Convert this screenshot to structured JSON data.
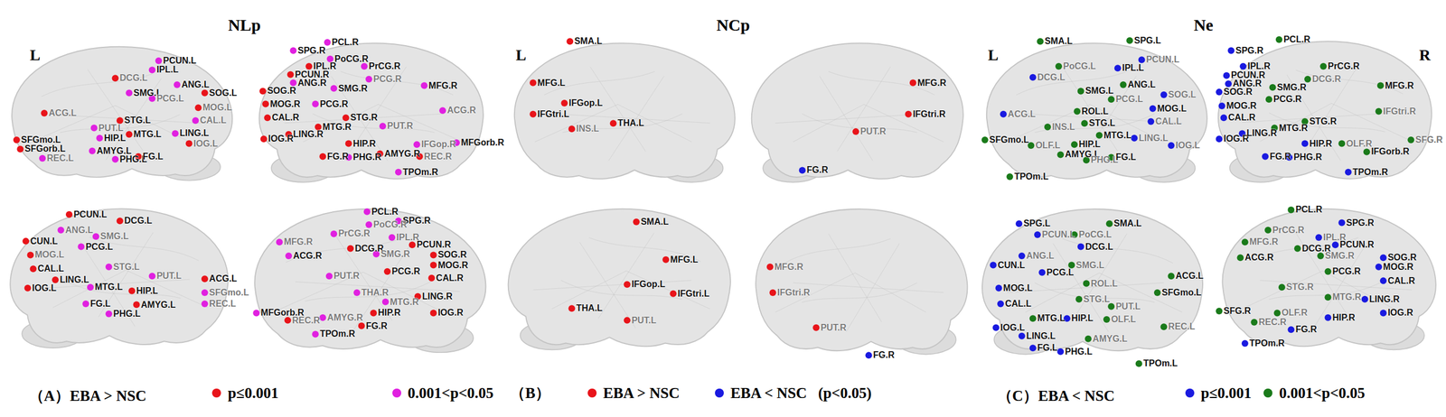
{
  "diagram": {
    "labels": [
      "NLp",
      "NCp",
      "Ne",
      "L",
      "L",
      "L",
      "R",
      "（A）EBA > NSC",
      "（B）",
      "（C）EBA < NSC",
      "DCG.L",
      "IPL.L",
      "PCUN.L",
      "ANG.L",
      "SMG.L",
      "PCG.L",
      "SOG.L",
      "MOG.L",
      "CAL.L",
      "ACG.L",
      "PUT.L",
      "STG.L",
      "HIP.L",
      "MTG.L",
      "LING.L",
      "IOG.L",
      "SFGmo.L",
      "SFGorb.L",
      "REC.L",
      "AMYG.L",
      "PHG.L",
      "FG.L",
      "SPG.R",
      "PCL.R",
      "IPL.R",
      "PoCG.R",
      "PrCG.R",
      "PCUN.R",
      "ANG.R",
      "SMG.R",
      "PCG.R",
      "MFG.R",
      "SOG.R",
      "MOG.R",
      "PCG.R",
      "ACG.R",
      "CAL.R",
      "STG.R",
      "PUT.R",
      "IOG.R",
      "LING.R",
      "MTG.R",
      "HIP.R",
      "IFGop.R",
      "MFGorb.R",
      "FG.R",
      "PHG.R",
      "AMYG.R",
      "REC.R",
      "TPOm.R",
      "PCUN.L",
      "CUN.L",
      "DCG.L",
      "ANG.L",
      "SMG.L",
      "PCG.L",
      "MOG.L",
      "CAL.L",
      "STG.L",
      "PUT.L",
      "ACG.L",
      "IOG.L",
      "LING.L",
      "MTG.L",
      "HIP.L",
      "SFGmo.L",
      "REC.L",
      "FG.L",
      "AMYG.L",
      "PHG.L",
      "PCL.R",
      "SPG.R",
      "PrCG.R",
      "PoCG.R",
      "IPL.R",
      "PCUN.R",
      "MFG.R",
      "DCG.R",
      "SMG.R",
      "SOG.R",
      "MOG.R",
      "CAL.R",
      "ACG.R",
      "PCG.R",
      "PUT.R",
      "THA.R",
      "MTG.R",
      "LING.R",
      "IOG.R",
      "MFGorb.R",
      "REC.R",
      "AMYG.R",
      "HIP.R",
      "FG.R",
      "TPOm.R",
      "SMA.L",
      "MFG.L",
      "IFGop.L",
      "IFGtri.L",
      "INS.L",
      "THA.L",
      "MFG.R",
      "IFGtri.R",
      "PUT.R",
      "FG.R",
      "SMA.L",
      "MFG.L",
      "IFGop.L",
      "IFGtri.L",
      "THA.L",
      "PUT.L",
      "MFG.R",
      "IFGtri.R",
      "PUT.R",
      "FG.R",
      "SMA.L",
      "SPG.L",
      "PoCG.L",
      "IPL.L",
      "PCUN.L",
      "DCG.L",
      "ANG.L",
      "SMG.L",
      "PCG.L",
      "SOG.L",
      "MOG.L",
      "ACG.L",
      "CAL.L",
      "ROL.L",
      "STG.L",
      "INS.L",
      "MTG.L",
      "HIP.L",
      "LING.L",
      "IOG.L",
      "SFGmo.L",
      "OLF.L",
      "AMYG.L",
      "PHG.L",
      "FG.L",
      "TPOm.L",
      "SPG.R",
      "PCL.R",
      "PrCG.R",
      "IPL.R",
      "PCUN.R",
      "ANG.R",
      "SMG.R",
      "DCG.R",
      "MFG.R",
      "SOG.R",
      "MOG.R",
      "PCG.R",
      "CAL.R",
      "STG.R",
      "IFGtri.R",
      "IOG.R",
      "LING.R",
      "MTG.R",
      "HIP.R",
      "OLF.R",
      "IFGorb.R",
      "SFG.R",
      "FG.R",
      "PHG.R",
      "TPOm.R",
      "SPG.L",
      "SMA.L",
      "PCUN.L",
      "PoCG.L",
      "DCG.L",
      "ANG.L",
      "SMG.L",
      "CUN.L",
      "PCG.L",
      "ROL.L",
      "ACG.L",
      "MOG.L",
      "STG.L",
      "PUT.L",
      "SFGmo.L",
      "CAL.L",
      "MTG.L",
      "HIP.L",
      "OLF.L",
      "REC.L",
      "IOG.L",
      "LING.L",
      "FG.L",
      "AMYG.L",
      "PHG.L",
      "TPOm.L",
      "PCL.R",
      "SPG.R",
      "PrCG.R",
      "IPL.R",
      "PCUN.R",
      "MFG.R",
      "DCG.R",
      "SMG.R",
      "SOG.R",
      "MOG.R",
      "ACG.R",
      "CAL.R",
      "PCG.R",
      "STG.R",
      "MTG.R",
      "LING.R",
      "IOG.R",
      "SFG.R",
      "OLF.R",
      "REC.R",
      "HIP.R",
      "FG.R",
      "TPOm.R"
    ],
    "legend": [
      {
        "text": "p≤0.001",
        "color": "#e8141a"
      },
      {
        "text": "0.001<p<0.05",
        "color": "#e020e0"
      },
      {
        "text": "EBA > NSC",
        "color": "#e8141a"
      },
      {
        "text": "EBA < NSC   (p<0.05)",
        "color": "#1a1ae0"
      },
      {
        "text": "p≤0.001",
        "color": "#1a1ae0"
      },
      {
        "text": "0.001<p<0.05",
        "color": "#1a7a1a"
      }
    ]
  }
}
